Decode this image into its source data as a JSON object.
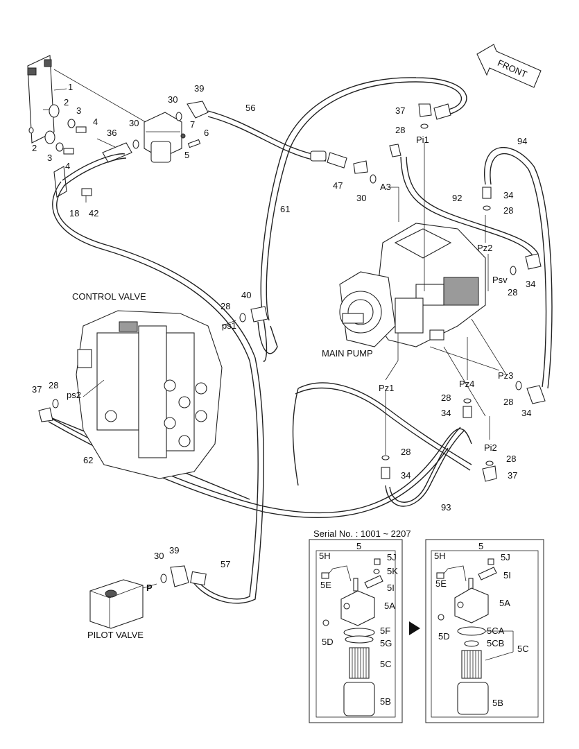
{
  "captions": {
    "control_valve": "CONTROL VALVE",
    "main_pump": "MAIN PUMP",
    "pilot_valve": "PILOT VALVE",
    "front": "FRONT",
    "serial": "Serial No. : 1001 ~ 2207",
    "p_port": "P"
  },
  "callouts": {
    "c1": "1",
    "c2a": "2",
    "c2b": "2",
    "c3a": "3",
    "c3b": "3",
    "c4a": "4",
    "c4b": "4",
    "c5": "5",
    "c6": "6",
    "c7": "7",
    "c18": "18",
    "c42": "42",
    "c36": "36",
    "c30a": "30",
    "c30b": "30",
    "c30c": "30",
    "c30d": "30",
    "c39a": "39",
    "c39b": "39",
    "c56": "56",
    "c47": "47",
    "c61": "61",
    "c62": "62",
    "c57": "57",
    "c92": "92",
    "c93": "93",
    "c94": "94",
    "c40": "40",
    "c37a": "37",
    "c37b": "37",
    "c37c": "37",
    "c28a": "28",
    "c28b": "28",
    "c28c": "28",
    "c28d": "28",
    "c28e": "28",
    "c28f": "28",
    "c28g": "28",
    "c28h": "28",
    "c28i": "28",
    "c34a": "34",
    "c34b": "34",
    "c34c": "34",
    "c34d": "34",
    "c34e": "34",
    "a3": "A3",
    "pi1": "Pi1",
    "pi2": "Pi2",
    "pz1": "Pz1",
    "pz2": "Pz2",
    "pz3": "Pz3",
    "pz4": "Pz4",
    "psv": "Psv",
    "ps1": "ps1",
    "ps2": "ps2"
  },
  "detail_left": {
    "title": "5",
    "labels": [
      "5H",
      "5J",
      "5K",
      "5E",
      "5I",
      "5A",
      "5D",
      "5F",
      "5G",
      "5C",
      "5B"
    ]
  },
  "detail_right": {
    "title": "5",
    "labels": [
      "5H",
      "5J",
      "5E",
      "5I",
      "5A",
      "5D",
      "5CA",
      "5CB",
      "5C",
      "5B"
    ]
  }
}
